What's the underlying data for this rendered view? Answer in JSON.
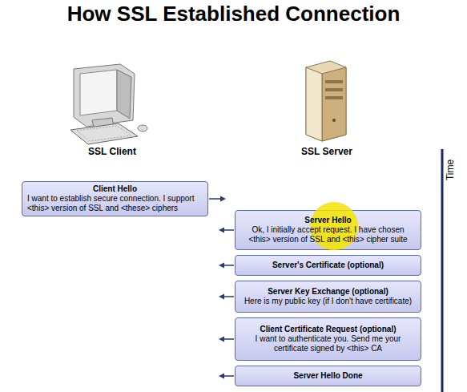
{
  "diagram": {
    "title": "How SSL Established Connection",
    "nodes": [
      {
        "text": [
          "Client Hello",
          "I want to establish secure connection. I support <this> version of SSL and <these> ciphers"
        ]
      },
      {
        "text": [
          "Server Hello",
          "Ok, I initially accept request. I have chosen <this> version of SSL and <this> cipher suite"
        ]
      },
      {
        "text": [
          "Server's Certificate (optional)"
        ]
      },
      {
        "text": [
          "Server Key Exchange (optional)",
          "Here is my public key (if I don't have certificate)"
        ]
      },
      {
        "text": [
          "Client Certificate Request (optional)",
          "I want to authenticate you. Send me your certificate signed by <this> CA"
        ]
      },
      {
        "text": [
          "Server Hello Done"
        ]
      }
    ],
    "labels": [
      "SSL Client",
      "SSL Server",
      "Time"
    ]
  }
}
